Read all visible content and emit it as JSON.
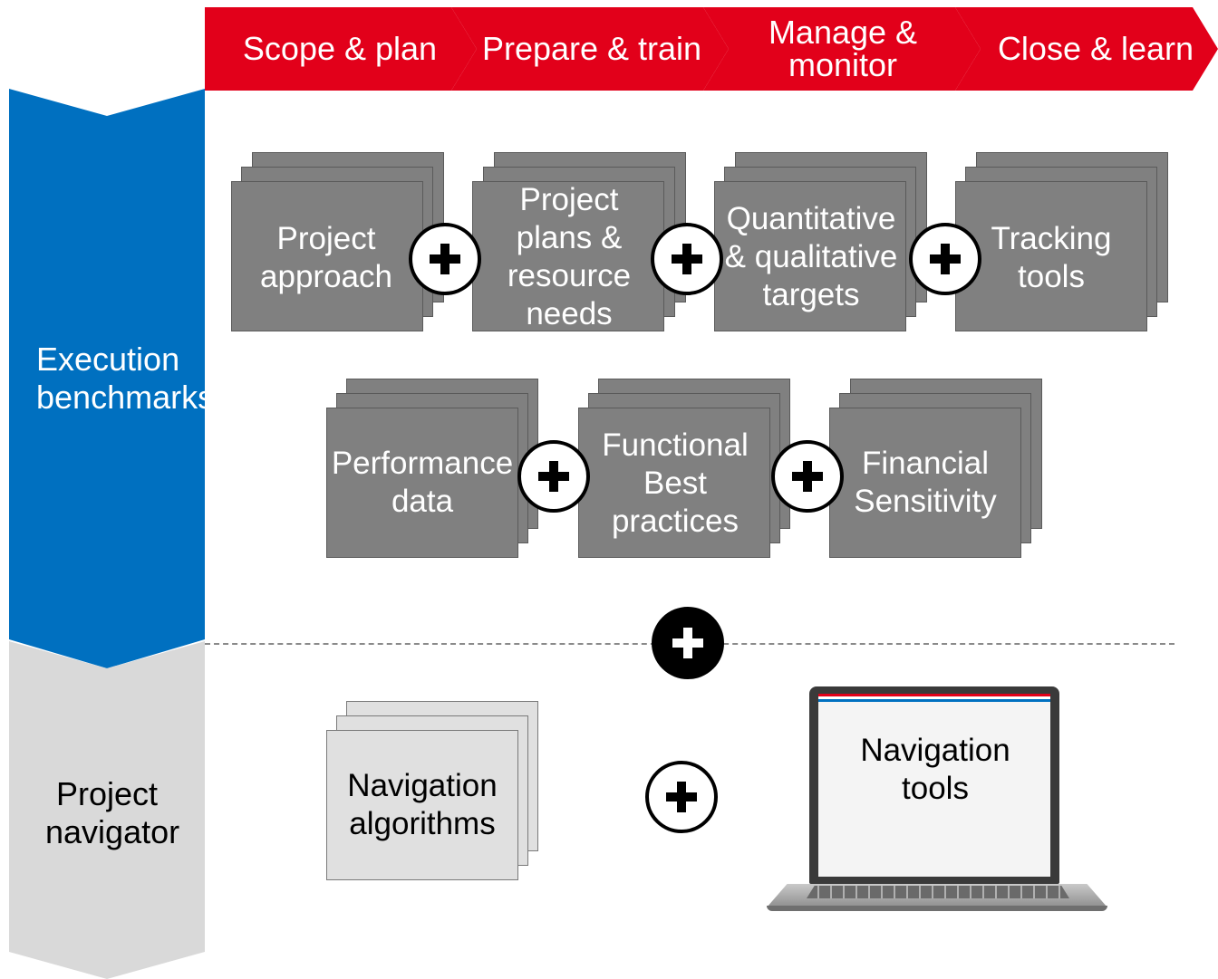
{
  "phases": [
    {
      "label": "Scope & plan"
    },
    {
      "label": "Prepare & train"
    },
    {
      "label": "Manage & monitor"
    },
    {
      "label": "Close & learn"
    }
  ],
  "side_sections": {
    "execution": "Execution benchmarks",
    "navigator": "Project navigator"
  },
  "benchmarks_row1": [
    {
      "label": "Project approach"
    },
    {
      "label": "Project plans & resource needs"
    },
    {
      "label": "Quantitative & qualitative targets"
    },
    {
      "label": "Tracking tools"
    }
  ],
  "benchmarks_row2": [
    {
      "label": "Performance data"
    },
    {
      "label": "Functional Best practices"
    },
    {
      "label": "Financial Sensitivity"
    }
  ],
  "navigator_items": {
    "algorithms": "Navigation algorithms",
    "tools": "Navigation tools"
  },
  "colors": {
    "phase_red": "#e2001a",
    "execution_blue": "#0070c0",
    "navigator_grey": "#d9d9d9",
    "card_grey": "#808080"
  },
  "icons": [
    "plus-icon",
    "laptop-icon"
  ]
}
